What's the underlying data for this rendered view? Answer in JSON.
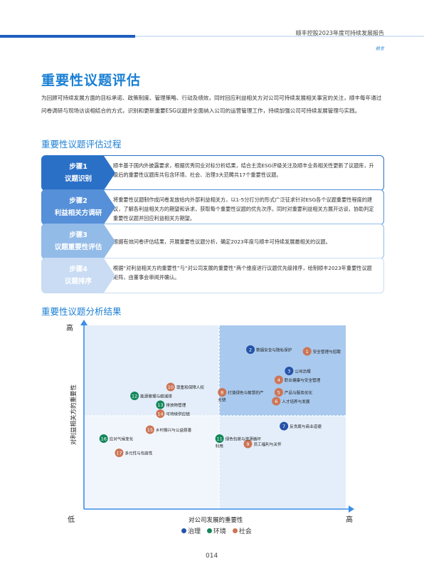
{
  "header": {
    "report_title": "顺丰控股2023年度可持续发展报告",
    "tag": "前言"
  },
  "page_title": "重要性议题评估",
  "intro": "为回顾可持续发展方面的目标承诺、政策制度、管理策略、行动及绩效，同时回应利益相关方对公司可持续发展相关事宜的关注，顺丰每年通过问卷调研与现场访谈相结合的方式，识别和更新重要ESG议题并全面纳入公司的运营管理工作，持续加强公司可持续发展管理与实践。",
  "process": {
    "title": "重要性议题评估过程",
    "steps": [
      {
        "step": "步骤1",
        "name": "议题识别",
        "text": "顺丰基于国内外披露要求，根据优秀同业对标分析结果，结合主流ESG评级关注及顺丰业务相关性更新了议题库，升级后的重要性议题库共包含环境、社会、治理3大范畴共17个重要性议题。",
        "fill": "#2a70c7",
        "border": "#2a70c7"
      },
      {
        "step": "步骤2",
        "name": "利益相关方调研",
        "text": "将重要性议题制作成问卷发放给内外部利益相关方，以1-5分打分的形式广泛征求针对ESG各个议题重要性程度的建议，了解各利益相关方的期望和诉求，获取每个重要性议题的优先次序。同时对重要利益相关方展开访谈，协助判定重要性议题并回应利益相关方期望。",
        "fill": "#5590d8",
        "border": "#5590d8"
      },
      {
        "step": "步骤3",
        "name": "议题重要性评估",
        "text": "根据有效问卷评估结果，开展重要性议题分析，确定2023年度与顺丰可持续发展最相关的议题。",
        "fill": "#93bbe8",
        "border": "#93bbe8"
      },
      {
        "step": "步骤4",
        "name": "议题排序",
        "text": "根据“对利益相关方的重要性”与“对公司发展的重要性”两个维度进行议题优先级排序，绘制顺丰2023年重要性议题矩阵，由董事会审阅并确认。",
        "fill": "#c9dcf3",
        "border": "#c9dcf3"
      }
    ]
  },
  "matrix": {
    "title": "重要性议题分析结果",
    "y_axis_label": "对利益相关方的重要性",
    "x_axis_label": "对公司发展的重要性",
    "y_high": "高",
    "x_high": "高",
    "low": "低",
    "colors": {
      "治理": "#2553a8",
      "环境": "#13875a",
      "社会": "#cc7555"
    },
    "legend": [
      {
        "name": "治理",
        "color": "#2553a8"
      },
      {
        "name": "环境",
        "color": "#13875a"
      },
      {
        "name": "社会",
        "color": "#cc7555"
      }
    ]
  },
  "chart_data": {
    "type": "scatter",
    "title": "重要性议题分析结果",
    "xlabel": "对公司发展的重要性",
    "ylabel": "对利益相关方的重要性",
    "points": [
      {
        "id": "1",
        "label": "安全管理与招聘",
        "category": "社会",
        "x": 0.85,
        "y": 0.87
      },
      {
        "id": "2",
        "label": "数据安全与隐私保护",
        "category": "治理",
        "x": 0.63,
        "y": 0.88
      },
      {
        "id": "3",
        "label": "公司治理",
        "category": "治理",
        "x": 0.78,
        "y": 0.76
      },
      {
        "id": "4",
        "label": "职业健康与安全管理",
        "category": "社会",
        "x": 0.74,
        "y": 0.71
      },
      {
        "id": "5",
        "label": "产品与服务优化",
        "category": "社会",
        "x": 0.74,
        "y": 0.64
      },
      {
        "id": "6",
        "label": "人才培养与发展",
        "category": "社会",
        "x": 0.73,
        "y": 0.59
      },
      {
        "id": "7",
        "label": "反贪腐与商业道德",
        "category": "治理",
        "x": 0.76,
        "y": 0.45
      },
      {
        "id": "8",
        "label": "打造绿色与智慧的产业链",
        "category": "社会",
        "x": 0.52,
        "y": 0.64
      },
      {
        "id": "9",
        "label": "员工福利与关怀",
        "category": "社会",
        "x": 0.62,
        "y": 0.35
      },
      {
        "id": "10",
        "label": "尊重和保障人权",
        "category": "社会",
        "x": 0.32,
        "y": 0.67
      },
      {
        "id": "11",
        "label": "绿色包装与资源循环利用",
        "category": "环境",
        "x": 0.51,
        "y": 0.38
      },
      {
        "id": "12",
        "label": "能源管理与碳减排",
        "category": "环境",
        "x": 0.18,
        "y": 0.62
      },
      {
        "id": "13",
        "label": "排放物管理",
        "category": "环境",
        "x": 0.28,
        "y": 0.57
      },
      {
        "id": "14",
        "label": "可持续供应链",
        "category": "社会",
        "x": 0.28,
        "y": 0.52
      },
      {
        "id": "15",
        "label": "乡村振兴与公益慈善",
        "category": "社会",
        "x": 0.24,
        "y": 0.43
      },
      {
        "id": "16",
        "label": "应对气候变化",
        "category": "环境",
        "x": 0.06,
        "y": 0.38
      },
      {
        "id": "17",
        "label": "多元性与包容性",
        "category": "社会",
        "x": 0.12,
        "y": 0.3
      }
    ]
  },
  "footer": {
    "page_number": "014"
  }
}
